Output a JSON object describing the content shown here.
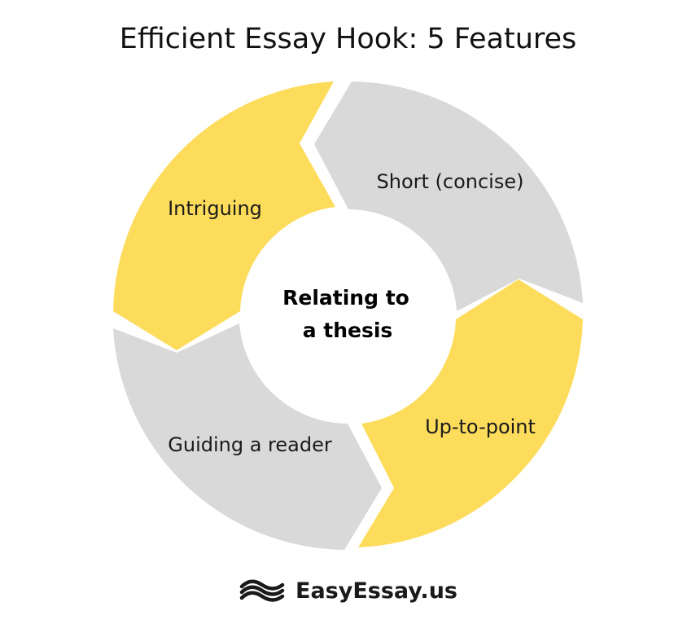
{
  "title": "Efficient Essay Hook: 5 Features",
  "center": {
    "line1": "Relating to",
    "line2": "a thesis"
  },
  "segments": [
    {
      "label": "Short (concise)",
      "color": "#d9d9d9"
    },
    {
      "label": "Up-to-point",
      "color": "#fddc5c"
    },
    {
      "label": "Guiding a reader",
      "color": "#d9d9d9"
    },
    {
      "label": "Intriguing",
      "color": "#fddc5c"
    }
  ],
  "brand": {
    "name": "EasyEssay.us",
    "icon": "book-wave-logo-icon"
  }
}
